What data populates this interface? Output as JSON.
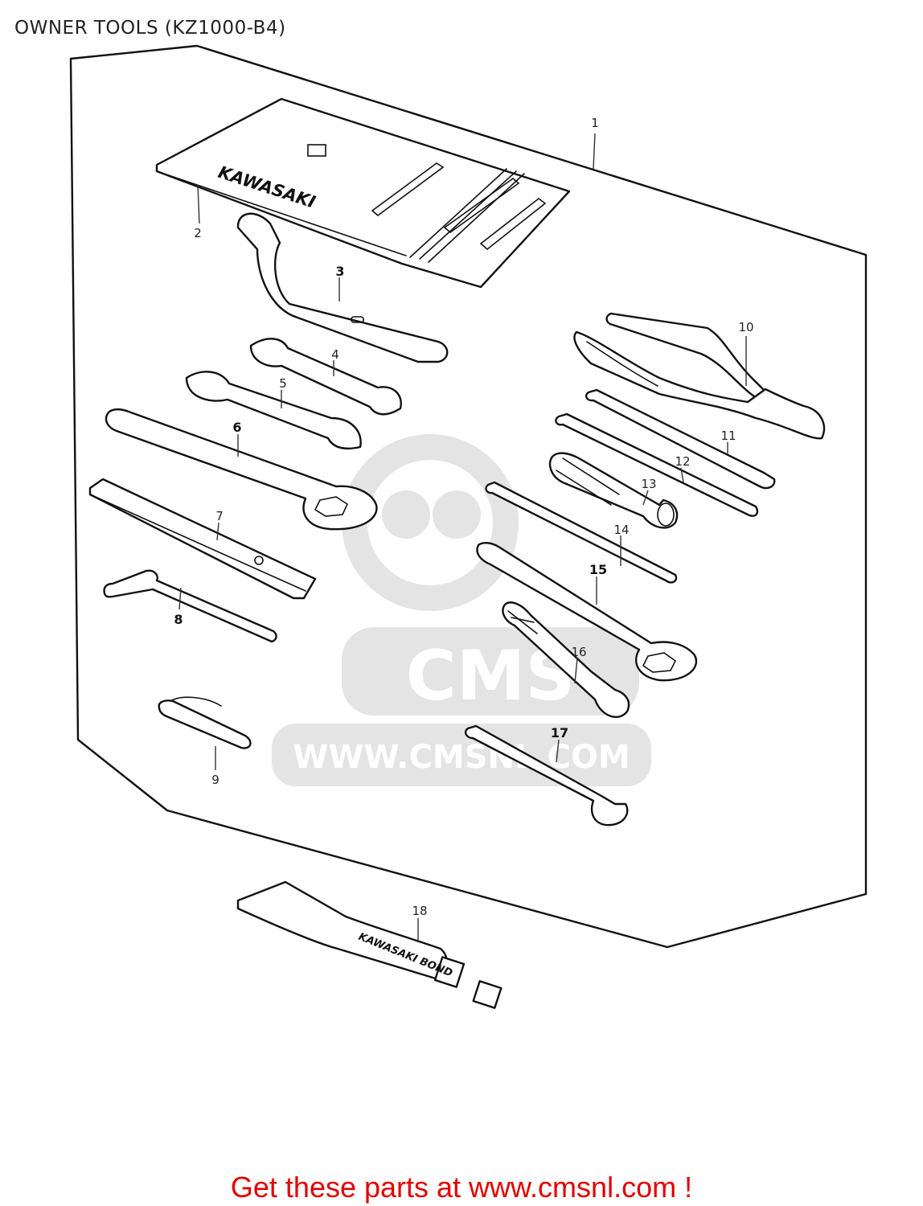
{
  "title": "OWNER TOOLS (KZ1000-B4)",
  "footer": "Get these parts at www.cmsnl.com !",
  "watermark": {
    "logo": "CMS",
    "url": "WWW.CMSNL.COM"
  },
  "printed_marks": {
    "tool_bag": "KAWASAKI",
    "bond_tube": "KAWASAKI BOND"
  },
  "callouts": [
    "1",
    "2",
    "3",
    "4",
    "5",
    "6",
    "7",
    "8",
    "9",
    "10",
    "11",
    "12",
    "13",
    "14",
    "15",
    "16",
    "17",
    "18"
  ],
  "colors": {
    "footer_text": "#e10000",
    "line_art": "#111111",
    "watermark": "#e4e4e4"
  }
}
